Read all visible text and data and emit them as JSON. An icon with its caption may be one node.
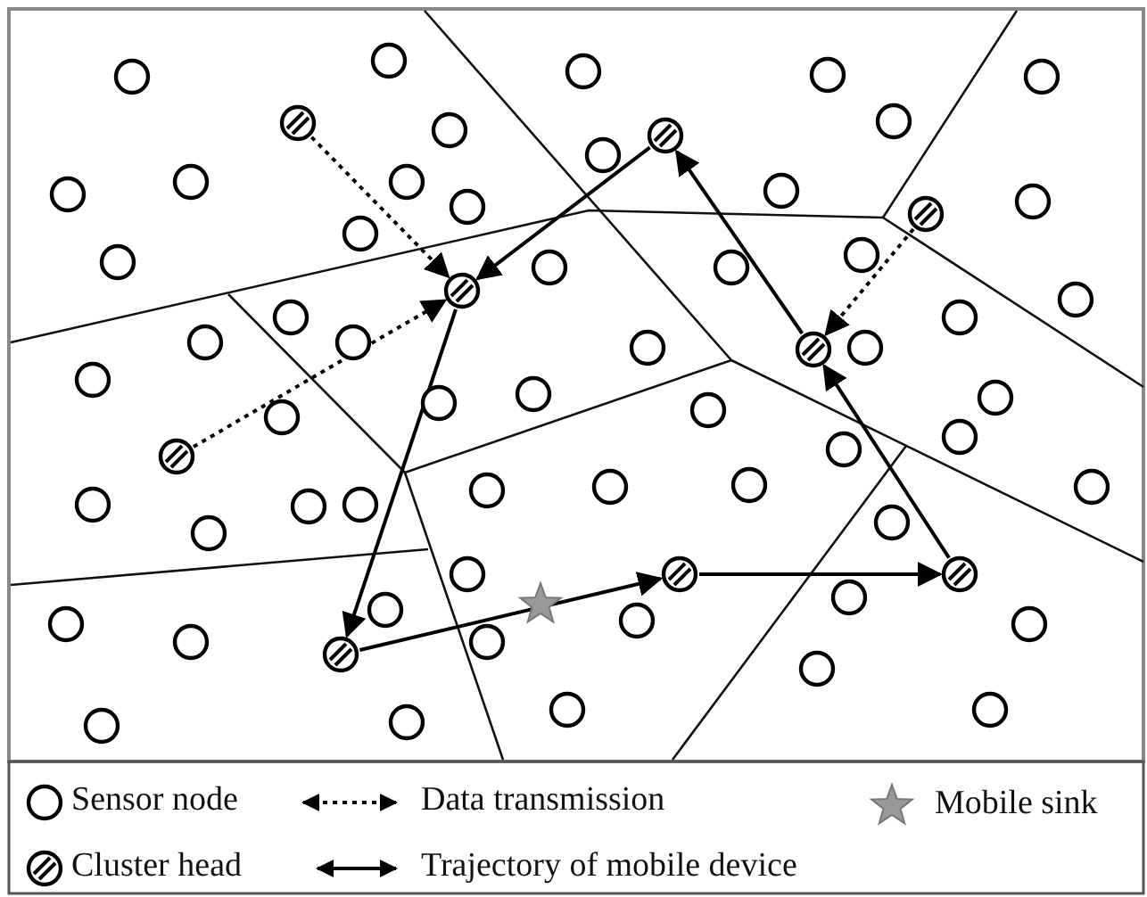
{
  "diagram": {
    "nodes": [
      {
        "text": [],
        "shape": "circle"
      },
      {
        "text": [],
        "shape": "circle"
      },
      {
        "text": [],
        "shape": "circle"
      },
      {
        "text": [],
        "shape": "circle"
      },
      {
        "text": [],
        "shape": "circle"
      },
      {
        "text": [],
        "shape": "circle"
      },
      {
        "text": [],
        "shape": "circle"
      },
      {
        "text": [],
        "shape": "circle"
      },
      {
        "text": [],
        "shape": "circle"
      },
      {
        "text": [],
        "shape": "circle"
      },
      {
        "text": [],
        "shape": "circle"
      },
      {
        "text": [],
        "shape": "circle"
      },
      {
        "text": [],
        "shape": "circle"
      },
      {
        "text": [],
        "shape": "circle"
      },
      {
        "text": [],
        "shape": "circle"
      },
      {
        "text": [],
        "shape": "circle"
      },
      {
        "text": [],
        "shape": "circle"
      },
      {
        "text": [],
        "shape": "circle"
      },
      {
        "text": [],
        "shape": "circle"
      },
      {
        "text": [],
        "shape": "circle"
      },
      {
        "text": [],
        "shape": "circle"
      },
      {
        "text": [],
        "shape": "circle"
      },
      {
        "text": [],
        "shape": "circle"
      },
      {
        "text": [],
        "shape": "circle"
      },
      {
        "text": [],
        "shape": "circle"
      },
      {
        "text": [],
        "shape": "circle"
      },
      {
        "text": [],
        "shape": "circle"
      },
      {
        "text": [],
        "shape": "circle"
      },
      {
        "text": [],
        "shape": "circle"
      },
      {
        "text": [],
        "shape": "circle"
      },
      {
        "text": [],
        "shape": "circle"
      },
      {
        "text": [],
        "shape": "circle"
      },
      {
        "text": [],
        "shape": "circle"
      },
      {
        "text": [],
        "shape": "circle"
      },
      {
        "text": [],
        "shape": "circle"
      },
      {
        "text": [],
        "shape": "circle"
      },
      {
        "text": [],
        "shape": "circle"
      },
      {
        "text": [],
        "shape": "circle"
      },
      {
        "text": [],
        "shape": "circle"
      },
      {
        "text": [],
        "shape": "circle"
      },
      {
        "text": [],
        "shape": "circle"
      },
      {
        "text": [],
        "shape": "circle"
      },
      {
        "text": [],
        "shape": "circle"
      },
      {
        "text": [],
        "shape": "circle"
      },
      {
        "text": [],
        "shape": "circle"
      },
      {
        "text": [],
        "shape": "circle"
      },
      {
        "text": [],
        "shape": "circle"
      },
      {
        "text": [],
        "shape": "circle"
      },
      {
        "text": [],
        "shape": "circle"
      },
      {
        "text": [],
        "shape": "circle"
      },
      {
        "text": [],
        "shape": "circle"
      },
      {
        "text": [],
        "shape": "circle"
      },
      {
        "text": [],
        "shape": "circle"
      },
      {
        "text": [],
        "shape": "circle"
      },
      {
        "text": [],
        "shape": "circle"
      },
      {
        "text": [],
        "shape": "circle"
      },
      {
        "text": [],
        "shape": "circle"
      },
      {
        "text": [],
        "shape": "circle"
      },
      {
        "text": [],
        "shape": "circle"
      },
      {
        "text": [],
        "shape": "circle"
      },
      {
        "text": [],
        "shape": "circle"
      },
      {
        "text": [],
        "shape": "circle"
      },
      {
        "text": [],
        "shape": "circle"
      },
      {
        "text": [],
        "shape": "circle"
      },
      {
        "text": [],
        "shape": "circle"
      },
      {
        "text": [],
        "shape": "star"
      }
    ],
    "edges": [
      {
        "from": 56,
        "to": 59,
        "arrow": "to",
        "style": "dashed"
      },
      {
        "from": 57,
        "to": 59,
        "arrow": "to"
      },
      {
        "from": 61,
        "to": 59,
        "arrow": "to",
        "style": "dashed"
      },
      {
        "from": 58,
        "to": 60,
        "arrow": "to",
        "style": "dashed"
      },
      {
        "from": 59,
        "to": 62,
        "arrow": "to"
      },
      {
        "from": 62,
        "to": 63,
        "arrow": "to"
      },
      {
        "from": 63,
        "to": 64,
        "arrow": "to"
      },
      {
        "from": 64,
        "to": 60,
        "arrow": "to"
      },
      {
        "from": 60,
        "to": 57,
        "arrow": "to"
      }
    ],
    "legend": [
      {
        "text": "Sensor node"
      },
      {
        "text": "Data transmission"
      },
      {
        "text": "Mobile sink"
      },
      {
        "text": "Cluster head"
      },
      {
        "text": "Trajectory of mobile device"
      }
    ]
  }
}
